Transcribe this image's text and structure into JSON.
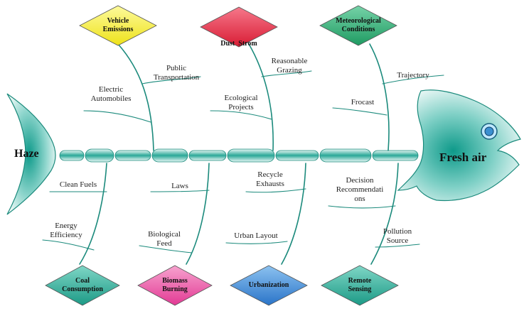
{
  "head": {
    "label": "Fresh air"
  },
  "tail": {
    "label": "Haze"
  },
  "causes": {
    "vehicle": {
      "label": "Vehicle Emissions",
      "label_lines": [
        "Vehicle",
        "Emissions"
      ],
      "color": "#f4ee2a",
      "sub": [
        {
          "lines": [
            "Public",
            "Transportation"
          ]
        },
        {
          "lines": [
            "Electric",
            "Automobiles"
          ]
        }
      ]
    },
    "dust": {
      "label": "Dust Strom",
      "label_lines": [
        "Dust  Strom"
      ],
      "color": "#e3223a",
      "sub": [
        {
          "lines": [
            "Reasonable",
            "Grazing"
          ]
        },
        {
          "lines": [
            "Ecological",
            "Projects"
          ]
        }
      ]
    },
    "meteo": {
      "label": "Meteorological Conditions",
      "label_lines": [
        "Meteorological",
        "Conditions"
      ],
      "color": "#2a9e6a",
      "sub": [
        {
          "lines": [
            "Trajectory"
          ]
        },
        {
          "lines": [
            "Frocast"
          ]
        }
      ]
    },
    "coal": {
      "label": "Coal Consumption",
      "label_lines": [
        "Coal",
        "Consumption"
      ],
      "color": "#22a08c",
      "sub": [
        {
          "lines": [
            "Clean Fuels"
          ]
        },
        {
          "lines": [
            "Energy",
            "Efficiency"
          ]
        }
      ]
    },
    "biomass": {
      "label": "Biomass Burning",
      "label_lines": [
        "Biomass",
        "Burning"
      ],
      "color": "#e8409a",
      "sub": [
        {
          "lines": [
            "Laws"
          ]
        },
        {
          "lines": [
            "Biological",
            "Feed"
          ]
        }
      ]
    },
    "urban": {
      "label": "Urbanization",
      "label_lines": [
        "Urbanization"
      ],
      "color": "#2a7fd0",
      "sub": [
        {
          "lines": [
            "Recycle",
            "Exhausts"
          ]
        },
        {
          "lines": [
            "Urban Layout"
          ]
        }
      ]
    },
    "remote": {
      "label": "Remote Sensing",
      "label_lines": [
        "Remote",
        "Sensing"
      ],
      "color": "#22a08c",
      "sub": [
        {
          "lines": [
            "Decision",
            "Recommendati",
            "ons"
          ]
        },
        {
          "lines": [
            "Pollution",
            "Source"
          ]
        }
      ]
    }
  }
}
